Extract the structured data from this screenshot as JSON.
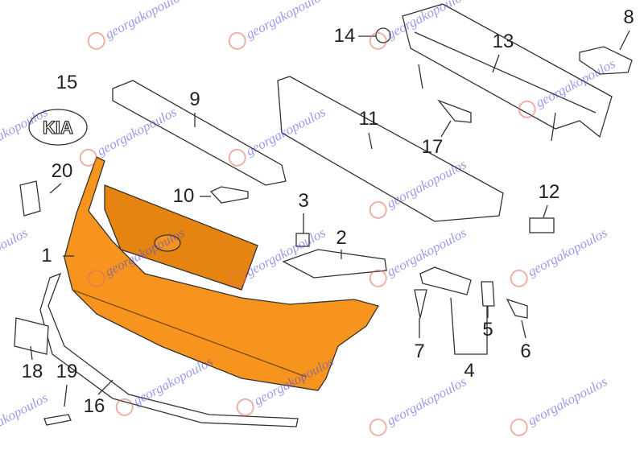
{
  "diagram": {
    "title": "Front bumper parts diagram",
    "brand_logo_text": "KIA",
    "part_numbers": [
      "1",
      "2",
      "3",
      "4",
      "5",
      "6",
      "7",
      "8",
      "9",
      "10",
      "11",
      "12",
      "13",
      "14",
      "15",
      "16",
      "17",
      "18",
      "19",
      "20"
    ],
    "highlight_color": "#f7941d"
  },
  "watermark": {
    "text": "georgakopoulos"
  }
}
